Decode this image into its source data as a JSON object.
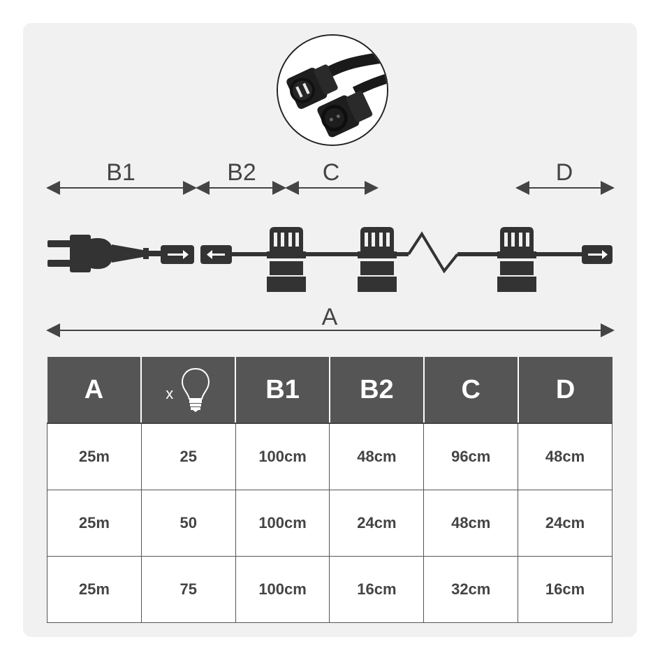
{
  "dimensions": {
    "b1": "B1",
    "b2": "B2",
    "c": "C",
    "d": "D",
    "a": "A"
  },
  "table": {
    "headers": [
      "A",
      "",
      "B1",
      "B2",
      "C",
      "D"
    ],
    "bulb_header": {
      "prefix": "x",
      "icon": "light-bulb-icon"
    },
    "rows": [
      [
        "25m",
        "25",
        "100cm",
        "48cm",
        "96cm",
        "48cm"
      ],
      [
        "25m",
        "50",
        "100cm",
        "24cm",
        "48cm",
        "24cm"
      ],
      [
        "25m",
        "75",
        "100cm",
        "16cm",
        "32cm",
        "16cm"
      ]
    ]
  },
  "colors": {
    "header_bg": "#555555",
    "panel_bg": "#f1f1f1",
    "ink": "#444444",
    "cable": "#333333"
  }
}
